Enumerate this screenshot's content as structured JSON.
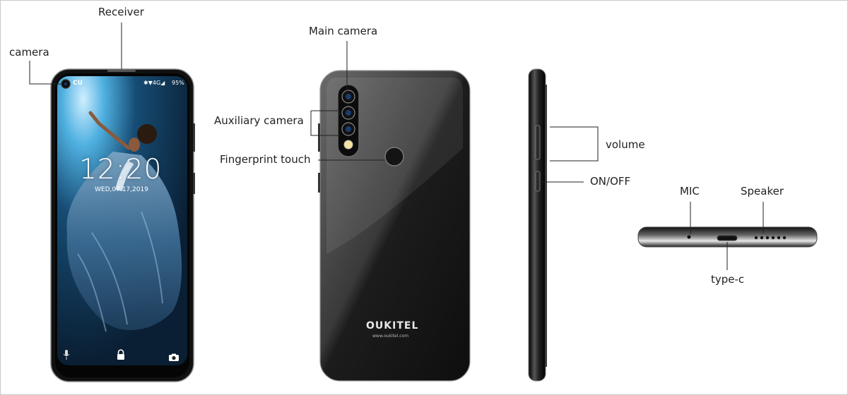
{
  "labels": {
    "receiver": "Receiver",
    "camera": "camera",
    "main_camera": "Main camera",
    "auxiliary_camera": "Auxiliary camera",
    "fingerprint_touch": "Fingerprint touch",
    "volume": "volume",
    "on_off": "ON/OFF",
    "mic": "MIC",
    "speaker": "Speaker",
    "type_c": "type-c"
  },
  "screen": {
    "carrier": "CU",
    "status": "✱▼4G◢",
    "battery": "95%",
    "time": "12:20",
    "date": "WED,07 17,2019"
  },
  "back": {
    "brand": "OUKITEL",
    "url": "www.oukitel.com"
  },
  "icons": [
    "mic-icon",
    "lock-icon",
    "camera-icon"
  ],
  "colors": {
    "phone_body": "#1a1a1a",
    "screen_accent": "#1e6f9f",
    "annotation_line": "#222222"
  }
}
